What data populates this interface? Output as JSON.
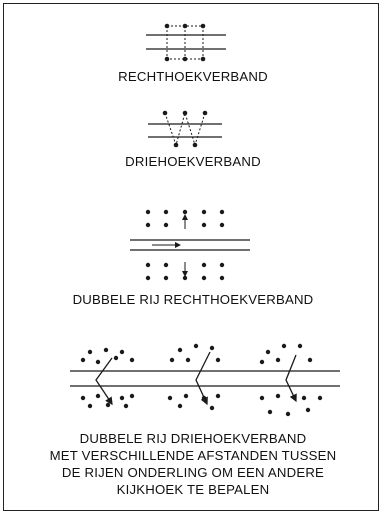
{
  "captions": {
    "rect": "RECHTHOEKVERBAND",
    "tri": "DRIEHOEKVERBAND",
    "double_rect": "DUBBELE RIJ RECHTHOEKVERBAND",
    "double_tri": [
      "DUBBELE RIJ DRIEHOEKVERBAND",
      "MET VERSCHILLENDE AFSTANDEN TUSSEN",
      "DE RIJEN ONDERLING OM EEN ANDERE",
      "KIJKHOEK TE BEPALEN"
    ]
  },
  "colors": {
    "ink": "#1a1a1a",
    "background": "#ffffff"
  }
}
